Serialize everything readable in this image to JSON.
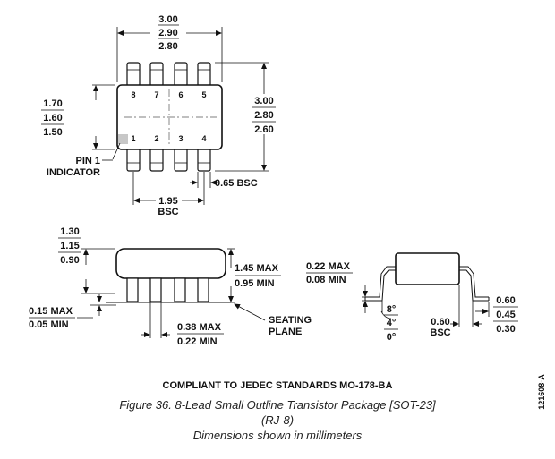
{
  "top_view": {
    "width_dims": [
      "3.00",
      "2.90",
      "2.80"
    ],
    "body_width_dims": [
      "1.70",
      "1.60",
      "1.50"
    ],
    "overall_width_dims": [
      "3.00",
      "2.80",
      "2.60"
    ],
    "top_pins": [
      "8",
      "7",
      "6",
      "5"
    ],
    "bottom_pins": [
      "1",
      "2",
      "3",
      "4"
    ],
    "pin1_label_line1": "PIN 1",
    "pin1_label_line2": "INDICATOR",
    "pitch_label": "0.65 BSC",
    "span_value": "1.95",
    "span_suffix": "BSC"
  },
  "side_view": {
    "height_dims": [
      "1.30",
      "1.15",
      "0.90"
    ],
    "body_height_max": "1.45 MAX",
    "body_height_min": "0.95 MIN",
    "standoff_max": "0.15 MAX",
    "standoff_min": "0.05 MIN",
    "lead_width_max": "0.38 MAX",
    "lead_width_min": "0.22 MIN",
    "seating_line1": "SEATING",
    "seating_line2": "PLANE"
  },
  "end_view": {
    "thickness_max": "0.22 MAX",
    "thickness_min": "0.08 MIN",
    "angle_dims": [
      "8°",
      "4°",
      "0°"
    ],
    "foot_value": "0.60",
    "foot_suffix": "BSC",
    "foot_dims": [
      "0.60",
      "0.45",
      "0.30"
    ]
  },
  "side_label": "121608-A",
  "compliant_text": "COMPLIANT TO JEDEC STANDARDS MO-178-BA",
  "caption_line1": "Figure 36. 8-Lead Small Outline Transistor Package [SOT-23]",
  "caption_line2": "(RJ-8)",
  "caption_line3": "Dimensions shown in millimeters"
}
